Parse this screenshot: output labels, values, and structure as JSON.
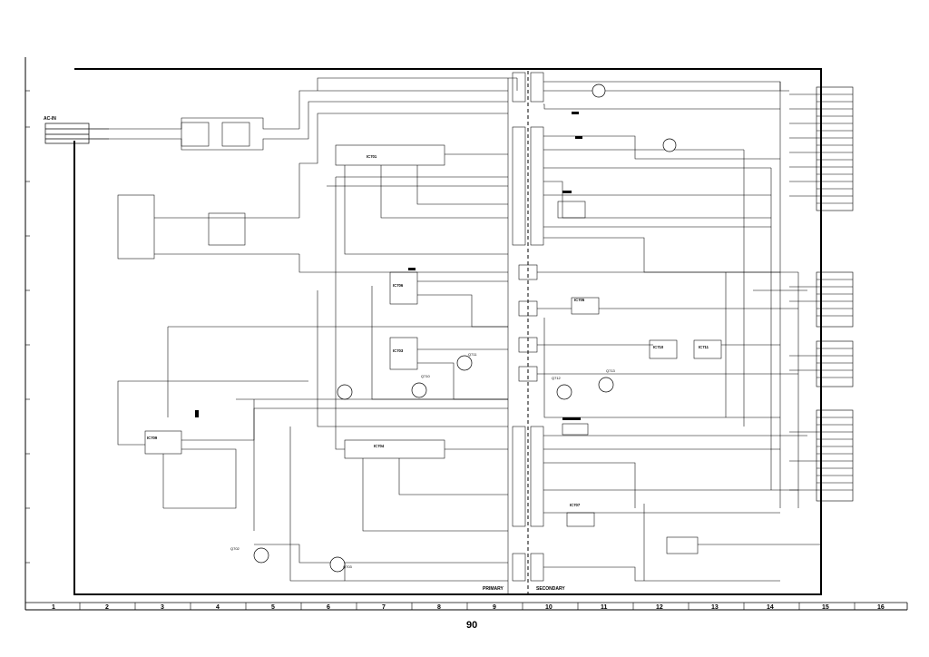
{
  "diagram": {
    "labels": {
      "ac_in": "AC-IN",
      "primary": "PRIMARY",
      "secondary": "SECONDARY"
    },
    "ic_labels": {
      "ic701": "IC701",
      "ic703": "IC703",
      "ic704": "IC704",
      "ic705": "IC705",
      "ic706": "IC706",
      "ic707": "IC707",
      "ic709": "IC709",
      "ic710": "IC710",
      "ic711": "IC711"
    },
    "transistor_labels": {
      "q702": "Q702",
      "q703": "Q703",
      "q710": "Q710",
      "q711": "Q711",
      "q712": "Q712",
      "q713": "Q713"
    },
    "column_numbers": [
      "1",
      "2",
      "3",
      "4",
      "5",
      "6",
      "7",
      "8",
      "9",
      "10",
      "11",
      "12",
      "13",
      "14",
      "15",
      "16"
    ],
    "page_number": "90"
  }
}
